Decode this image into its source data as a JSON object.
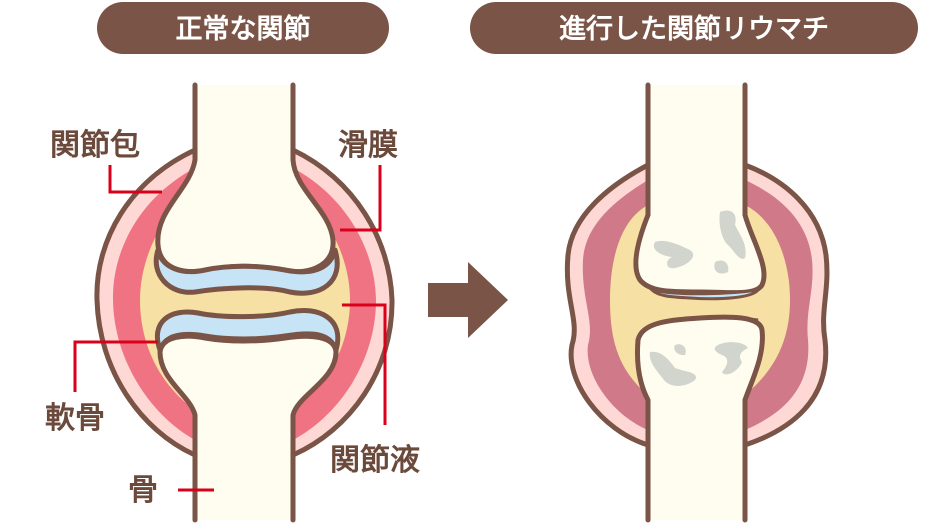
{
  "titles": {
    "normal": "正常な関節",
    "ra": "進行した関節リウマチ"
  },
  "labels": {
    "capsule": "関節包",
    "synovium": "滑膜",
    "cartilage": "軟骨",
    "fluid": "関節液",
    "bone": "骨"
  },
  "colors": {
    "brown": "#7a5446",
    "label_line": "#d9001b",
    "capsule_outer": "#fdd8d4",
    "synovium_normal": "#f07383",
    "synovium_ra": "#d07a89",
    "fluid": "#f7e0a3",
    "cartilage": "#c6e4f6",
    "bone": "#fffdf0",
    "erosion": "#d2d5cd"
  },
  "arrow_icon": "right-arrow-icon"
}
